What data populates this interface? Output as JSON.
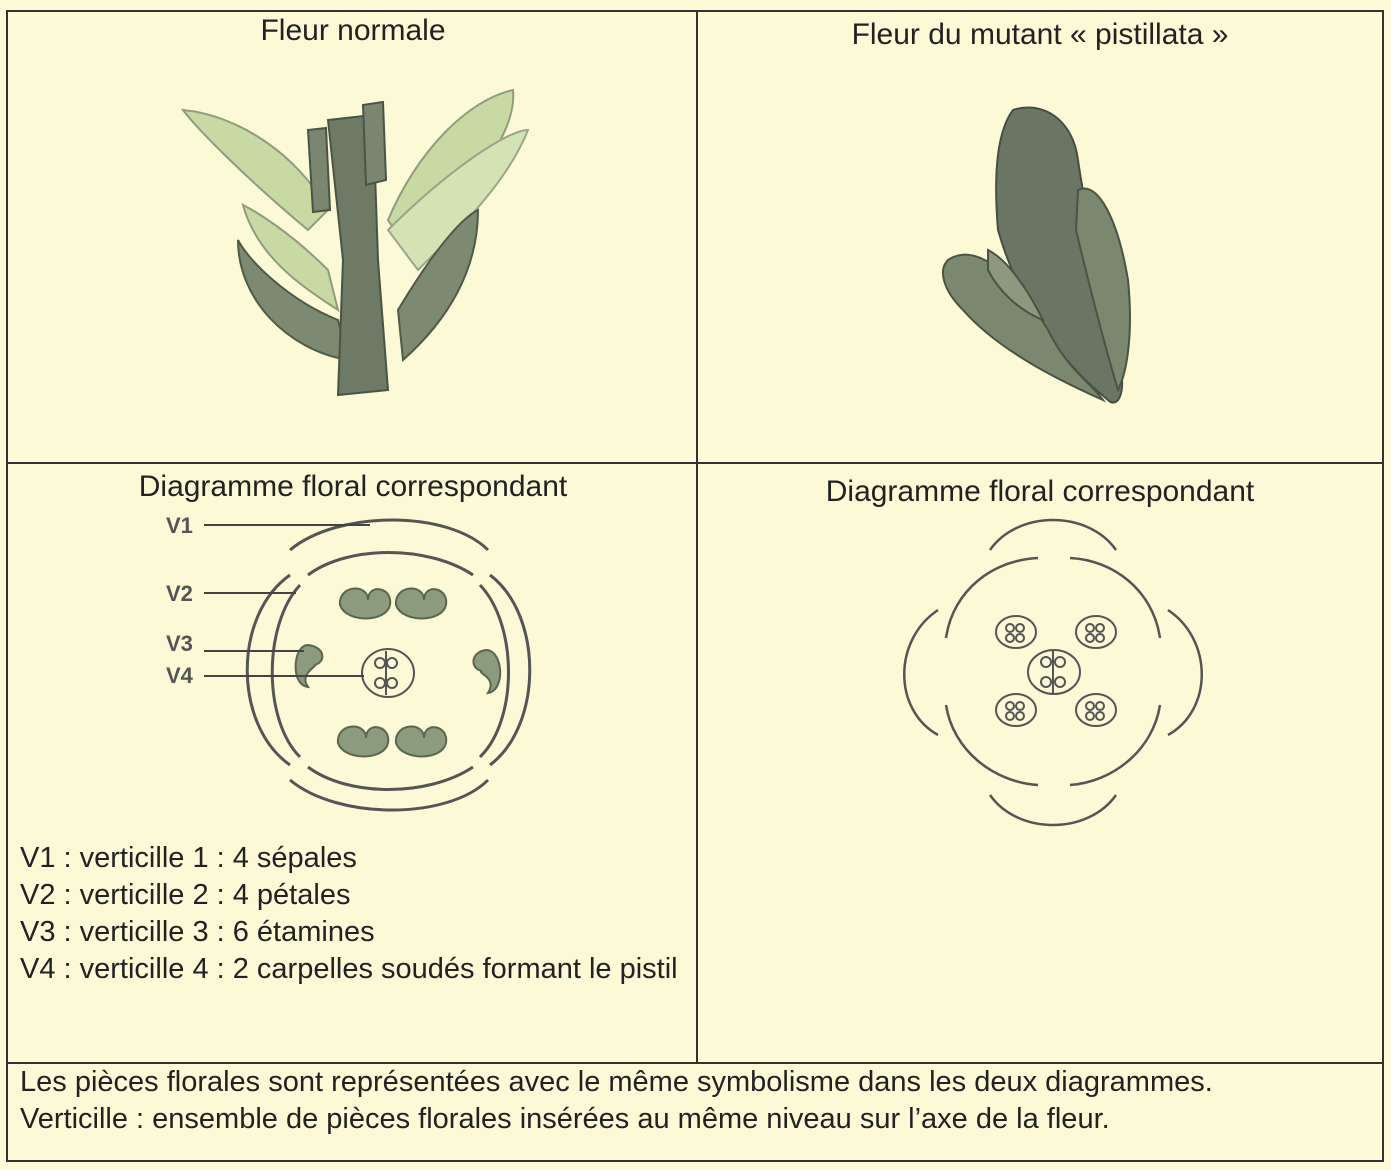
{
  "panels": {
    "normal_flower_title": "Fleur normale",
    "mutant_flower_title": "Fleur du mutant « pistillata »",
    "normal_diagram_title": "Diagramme floral correspondant",
    "mutant_diagram_title": "Diagramme floral correspondant"
  },
  "diagram_labels": {
    "v1": "V1",
    "v2": "V2",
    "v3": "V3",
    "v4": "V4"
  },
  "legend": {
    "v1": "V1 : verticille 1 : 4 sépales",
    "v2": "V2 : verticille 2 : 4 pétales",
    "v3": "V3 : verticille 3 : 6 étamines",
    "v4": "V4 : verticille 4 : 2 carpelles soudés formant le pistil"
  },
  "footer": {
    "line1": "Les pièces florales sont représentées avec le même symbolisme dans les deux diagrammes.",
    "line2": "Verticille : ensemble de pièces florales insérées au même niveau sur l’axe de la fleur."
  },
  "colors": {
    "background": "#fbf9d6",
    "border": "#333333",
    "stamen_fill": "#8c9a7e",
    "petal_fill": "#c8d8a4",
    "stem": "#6e7a66"
  }
}
